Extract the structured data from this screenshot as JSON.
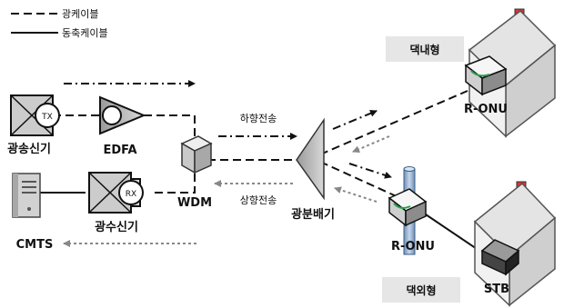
{
  "legend": {
    "optical": "광케이블",
    "coaxial": "동축케이블"
  },
  "nodes": {
    "optical_tx": {
      "label": "광송신기",
      "symbol": "TX"
    },
    "edfa": {
      "label": "EDFA"
    },
    "cmts": {
      "label": "CMTS"
    },
    "optical_rx": {
      "label": "광수신기",
      "symbol": "RX"
    },
    "wdm": {
      "label": "WDM"
    },
    "splitter": {
      "label": "광분배기"
    },
    "onu_indoor": {
      "label": "R-ONU"
    },
    "onu_outdoor": {
      "label": "R-ONU"
    },
    "stb": {
      "label": "STB"
    }
  },
  "flows": {
    "downstream": "하향전송",
    "upstream": "상향전송"
  },
  "zones": {
    "indoor": "댁내형",
    "outdoor": "댁외형"
  }
}
